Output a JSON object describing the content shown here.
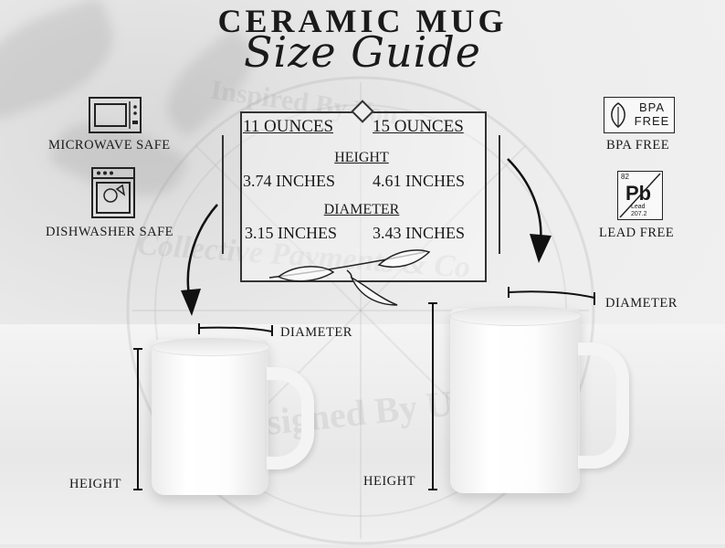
{
  "header": {
    "title": "CERAMIC MUG",
    "subtitle": "Size Guide"
  },
  "features": {
    "microwave": {
      "label": "MICROWAVE SAFE",
      "icon": "microwave-icon"
    },
    "dishwasher": {
      "label": "DISHWASHER SAFE",
      "icon": "dishwasher-icon"
    },
    "bpa": {
      "label": "BPA FREE",
      "icon": "bpa-free-icon",
      "icon_text": "BPA FREE"
    },
    "lead": {
      "label": "LEAD FREE",
      "icon": "lead-free-icon",
      "num": "82",
      "symbol": "Pb",
      "name": "Lead",
      "mass": "207.2"
    }
  },
  "specs": {
    "size_small": "11 OUNCES",
    "size_large": "15 OUNCES",
    "height_label": "HEIGHT",
    "height_small": "3.74 INCHES",
    "height_large": "4.61 INCHES",
    "diameter_label": "DIAMETER",
    "diameter_small": "3.15 INCHES",
    "diameter_large": "3.43 INCHES"
  },
  "mugs": {
    "small": {
      "diameter_label": "DIAMETER",
      "height_label": "HEIGHT"
    },
    "large": {
      "diameter_label": "DIAMETER",
      "height_label": "HEIGHT"
    }
  },
  "watermark": {
    "line1": "Inspired By You",
    "line2": "Collective Payments & Co",
    "line3": "Designed By Us"
  },
  "colors": {
    "ink": "#1a1a1a",
    "background": "#ececec"
  }
}
